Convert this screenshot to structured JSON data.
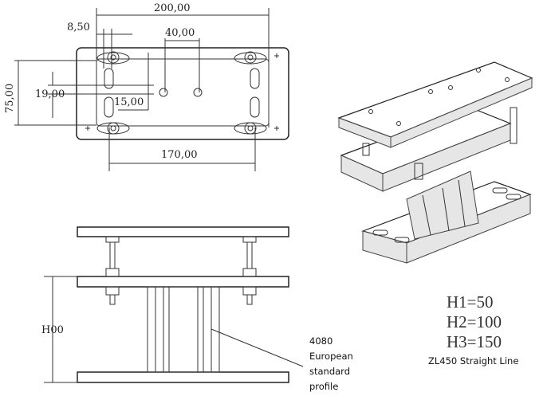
{
  "top_view": {
    "dim_width": "200,00",
    "dim_offset": "8,50",
    "dim_hole_spacing": "40,00",
    "dim_height": "75,00",
    "dim_slot_gap": "19,00",
    "dim_slot_offset": "15,00",
    "dim_bolt_spacing": "170,00"
  },
  "side_view": {
    "dim_height": "H00"
  },
  "profile_note": [
    "4080",
    "European",
    "standard",
    "profile"
  ],
  "heights": [
    "H1=50",
    "H2=100",
    "H3=150"
  ],
  "model_label": "ZL450 Straight Line"
}
